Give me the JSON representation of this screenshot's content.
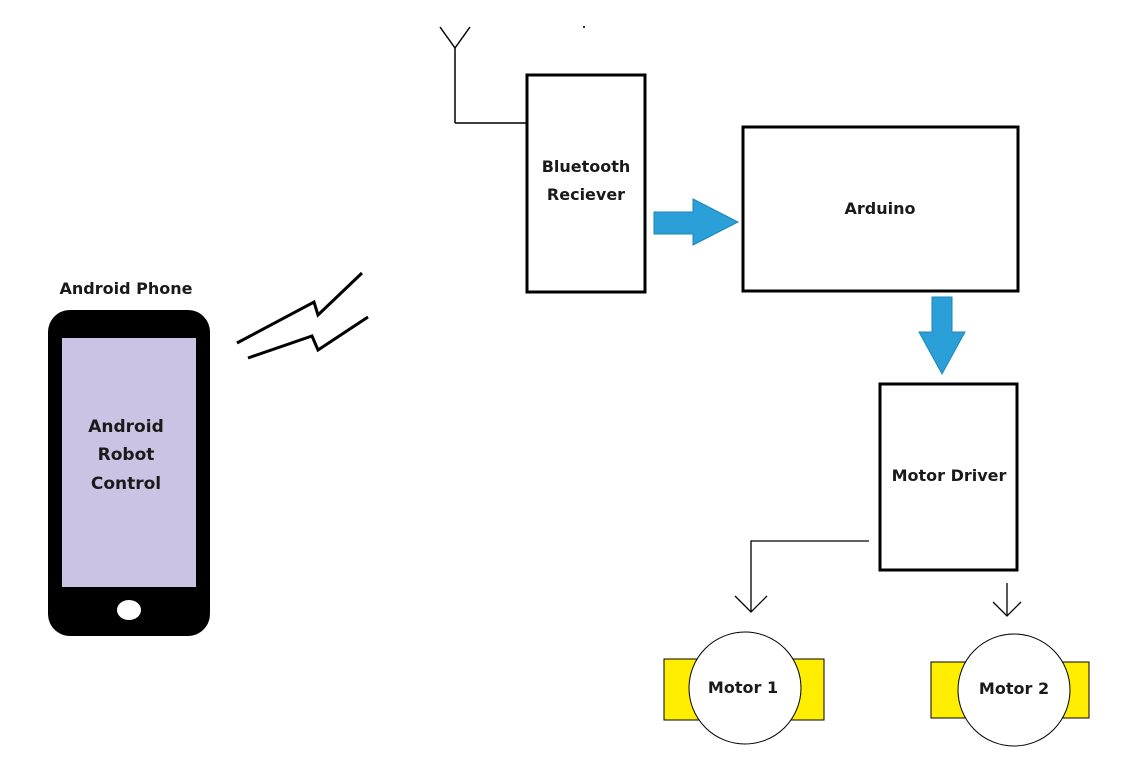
{
  "phone": {
    "title": "Android Phone",
    "screen_lines": [
      "Android",
      "Robot",
      "Control"
    ]
  },
  "blocks": {
    "bluetooth": [
      "Bluetooth",
      "Reciever"
    ],
    "arduino": "Arduino",
    "motor_driver": "Motor Driver"
  },
  "motors": {
    "motor1": "Motor 1",
    "motor2": "Motor 2"
  },
  "colors": {
    "screen": "#cbc3e3",
    "phone_body": "#000000",
    "arrow": "#2a9fd8",
    "motor_bracket": "#ffee00",
    "line": "#000000"
  },
  "icons": {
    "antenna": "antenna-icon",
    "wireless_signal": "lightning-signal-icon",
    "home_button": "home-button-icon"
  }
}
